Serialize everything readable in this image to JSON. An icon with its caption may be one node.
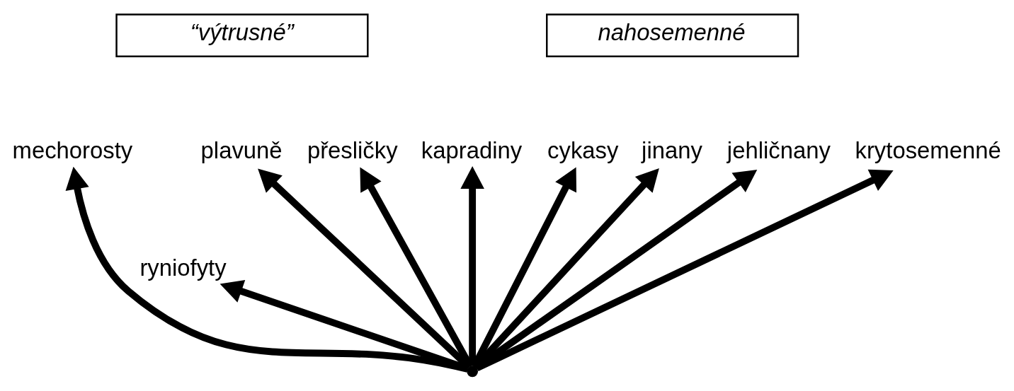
{
  "diagram": {
    "nodes": [
      {
        "text": [
          "“výtrusné”"
        ]
      },
      {
        "text": [
          "nahosemenné"
        ]
      },
      {
        "text": [
          "mechorosty"
        ]
      },
      {
        "text": [
          "ryniofyty"
        ]
      },
      {
        "text": [
          "plavuně"
        ]
      },
      {
        "text": [
          "přesličky"
        ]
      },
      {
        "text": [
          "kapradiny"
        ]
      },
      {
        "text": [
          "cykasy"
        ]
      },
      {
        "text": [
          "jinany"
        ]
      },
      {
        "text": [
          "jehličnany"
        ]
      },
      {
        "text": [
          "krytosemenné"
        ]
      },
      {
        "text": [],
        "shape": "point"
      }
    ],
    "edges": [
      {
        "from": 11,
        "to": 2,
        "arrow": "to"
      },
      {
        "from": 11,
        "to": 3,
        "arrow": "to"
      },
      {
        "from": 11,
        "to": 4,
        "arrow": "to"
      },
      {
        "from": 11,
        "to": 5,
        "arrow": "to"
      },
      {
        "from": 11,
        "to": 6,
        "arrow": "to"
      },
      {
        "from": 11,
        "to": 7,
        "arrow": "to"
      },
      {
        "from": 11,
        "to": 8,
        "arrow": "to"
      },
      {
        "from": 11,
        "to": 9,
        "arrow": "to"
      },
      {
        "from": 11,
        "to": 10,
        "arrow": "to"
      }
    ]
  }
}
